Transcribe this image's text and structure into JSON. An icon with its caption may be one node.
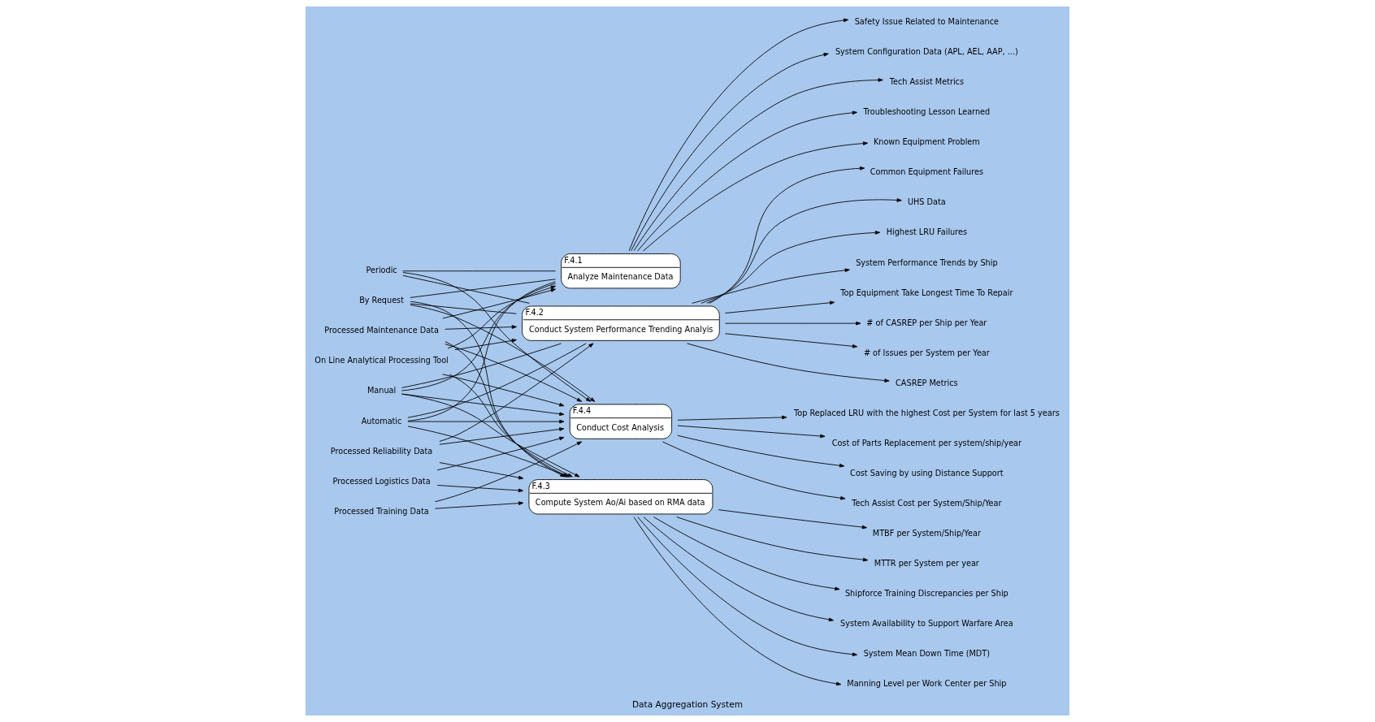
{
  "diagram": {
    "caption": "Data Aggregation System",
    "nodes": [
      {
        "text": [
          "Manual"
        ]
      },
      {
        "text": [
          "Automatic"
        ]
      },
      {
        "text": [
          "By Request"
        ]
      },
      {
        "text": [
          "Periodic"
        ]
      },
      {
        "text": [
          "Processed Maintenance Data"
        ]
      },
      {
        "text": [
          "Processed Reliability Data"
        ]
      },
      {
        "text": [
          "Processed Training Data"
        ]
      },
      {
        "text": [
          "Processed Logistics Data"
        ]
      },
      {
        "text": [
          "F.4.1",
          "Analyze Maintenance Data"
        ]
      },
      {
        "text": [
          "F.4.2",
          "Conduct System Performance Trending Analyis"
        ]
      },
      {
        "text": [
          "F.4.3",
          "Compute System Ao/Ai based on RMA data"
        ]
      },
      {
        "text": [
          "F.4.4",
          "Conduct Cost Analysis"
        ]
      },
      {
        "text": [
          "On Line Analytical Processing Tool"
        ]
      },
      {
        "text": [
          "Known Equipment Problem"
        ]
      },
      {
        "text": [
          "Safety Issue Related to Maintenance"
        ]
      },
      {
        "text": [
          "System Configuration Data (APL, AEL, AAP, ...)"
        ]
      },
      {
        "text": [
          "Tech Assist Metrics"
        ]
      },
      {
        "text": [
          "Troubleshooting Lesson Learned"
        ]
      },
      {
        "text": [
          "# of CASREP per Ship per Year"
        ]
      },
      {
        "text": [
          "# of Issues per System per Year"
        ]
      },
      {
        "text": [
          "CASREP Metrics"
        ]
      },
      {
        "text": [
          "Common Equipment Failures"
        ]
      },
      {
        "text": [
          "UHS Data"
        ]
      },
      {
        "text": [
          "Highest LRU Failures"
        ]
      },
      {
        "text": [
          "System Performance Trends by Ship"
        ]
      },
      {
        "text": [
          "Top Equipment Take Longest Time To Repair"
        ]
      },
      {
        "text": [
          "Manning Level per Work Center per Ship"
        ]
      },
      {
        "text": [
          "MTBF per System/Ship/Year"
        ]
      },
      {
        "text": [
          "MTTR per System per year"
        ]
      },
      {
        "text": [
          "Shipforce Training Discrepancies per Ship"
        ]
      },
      {
        "text": [
          "System Availability to Support Warfare Area"
        ]
      },
      {
        "text": [
          "System Mean Down Time (MDT)"
        ]
      },
      {
        "text": [
          "Cost of Parts Replacement per system/ship/year"
        ]
      },
      {
        "text": [
          "Cost Saving by using Distance Support"
        ]
      },
      {
        "text": [
          "Tech Assist Cost per System/Ship/Year"
        ]
      },
      {
        "text": [
          "Top Replaced LRU with the highest Cost per System for last 5 years"
        ]
      }
    ],
    "edges": [
      {
        "from": 4,
        "to": 8,
        "arrow": "to"
      },
      {
        "from": 4,
        "to": 9,
        "arrow": "to"
      },
      {
        "from": 5,
        "to": 9,
        "arrow": "to"
      },
      {
        "from": 6,
        "to": 10,
        "arrow": "to"
      },
      {
        "from": 5,
        "to": 10,
        "arrow": "to"
      },
      {
        "from": 4,
        "to": 10,
        "arrow": "to"
      },
      {
        "from": 7,
        "to": 10,
        "arrow": "to"
      },
      {
        "from": 6,
        "to": 11,
        "arrow": "to"
      },
      {
        "from": 4,
        "to": 11,
        "arrow": "to"
      },
      {
        "from": 7,
        "to": 11,
        "arrow": "to"
      },
      {
        "from": 5,
        "to": 11,
        "arrow": "to"
      },
      {
        "from": 0,
        "to": 11,
        "arrow": "to"
      },
      {
        "from": 1,
        "to": 11,
        "arrow": "to"
      },
      {
        "from": 2,
        "to": 11,
        "arrow": "to"
      },
      {
        "from": 3,
        "to": 11,
        "arrow": "to"
      },
      {
        "from": 0,
        "to": 10,
        "arrow": "to"
      },
      {
        "from": 1,
        "to": 10,
        "arrow": "to"
      },
      {
        "from": 2,
        "to": 10,
        "arrow": "to"
      },
      {
        "from": 0,
        "to": 8,
        "arrow": "none"
      },
      {
        "from": 1,
        "to": 8,
        "arrow": "none"
      },
      {
        "from": 2,
        "to": 8,
        "arrow": "none"
      },
      {
        "from": 3,
        "to": 8,
        "arrow": "none"
      },
      {
        "from": 0,
        "to": 9,
        "arrow": "none"
      },
      {
        "from": 1,
        "to": 9,
        "arrow": "none"
      },
      {
        "from": 2,
        "to": 9,
        "arrow": "none"
      },
      {
        "from": 3,
        "to": 9,
        "arrow": "none"
      },
      {
        "from": 12,
        "to": 8,
        "arrow": "to"
      },
      {
        "from": 12,
        "to": 9,
        "arrow": "to"
      },
      {
        "from": 12,
        "to": 10,
        "arrow": "to"
      },
      {
        "from": 12,
        "to": 11,
        "arrow": "to"
      },
      {
        "from": 8,
        "to": 13,
        "arrow": "to"
      },
      {
        "from": 8,
        "to": 14,
        "arrow": "to"
      },
      {
        "from": 8,
        "to": 15,
        "arrow": "to"
      },
      {
        "from": 8,
        "to": 16,
        "arrow": "to"
      },
      {
        "from": 8,
        "to": 17,
        "arrow": "to"
      },
      {
        "from": 9,
        "to": 18,
        "arrow": "to"
      },
      {
        "from": 9,
        "to": 19,
        "arrow": "to"
      },
      {
        "from": 9,
        "to": 20,
        "arrow": "to"
      },
      {
        "from": 9,
        "to": 21,
        "arrow": "to"
      },
      {
        "from": 9,
        "to": 22,
        "arrow": "to"
      },
      {
        "from": 9,
        "to": 23,
        "arrow": "to"
      },
      {
        "from": 9,
        "to": 24,
        "arrow": "to"
      },
      {
        "from": 9,
        "to": 25,
        "arrow": "to"
      },
      {
        "from": 10,
        "to": 26,
        "arrow": "to"
      },
      {
        "from": 10,
        "to": 27,
        "arrow": "to"
      },
      {
        "from": 10,
        "to": 28,
        "arrow": "to"
      },
      {
        "from": 10,
        "to": 29,
        "arrow": "to"
      },
      {
        "from": 10,
        "to": 30,
        "arrow": "to"
      },
      {
        "from": 10,
        "to": 31,
        "arrow": "to"
      },
      {
        "from": 11,
        "to": 32,
        "arrow": "to"
      },
      {
        "from": 11,
        "to": 33,
        "arrow": "to"
      },
      {
        "from": 11,
        "to": 34,
        "arrow": "to"
      },
      {
        "from": 11,
        "to": 35,
        "arrow": "to"
      }
    ]
  }
}
